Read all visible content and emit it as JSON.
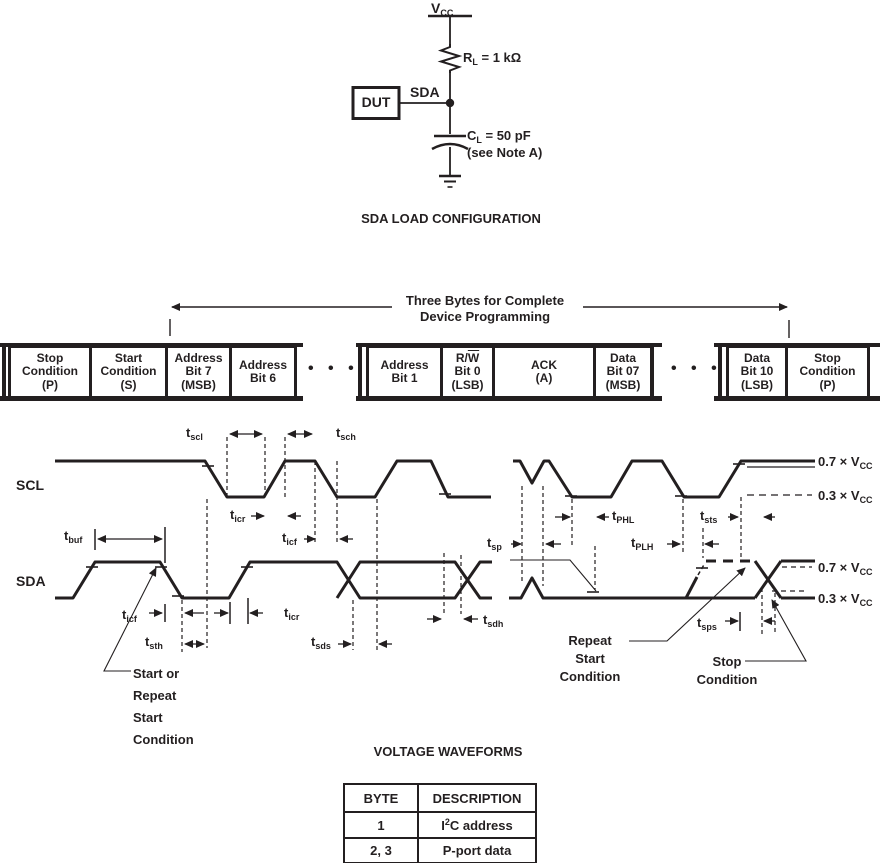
{
  "ink": "#231f20",
  "circuit": {
    "vcc_base": "V",
    "vcc_sub": "CC",
    "rl_base": "R",
    "rl_sub": "L",
    "rl_rest": " = 1 kΩ",
    "dut": "DUT",
    "sda": "SDA",
    "cl_base": "C",
    "cl_sub": "L",
    "cl_rest": " = 50 pF",
    "note": "(see Note A)",
    "caption": "SDA LOAD CONFIGURATION"
  },
  "strip": {
    "title1": "Three Bytes for Complete",
    "title2": "Device Programming",
    "dots": "• • •",
    "rw_prefix": "R/",
    "rw_w": "W",
    "cells": [
      "Stop\nCondition\n(P)",
      "Start\nCondition\n(S)",
      "Address\nBit 7\n(MSB)",
      "Address\nBit 6",
      "Address\nBit 1",
      "Bit 0\n(LSB)",
      "ACK\n(A)",
      "Data\nBit 07\n(MSB)",
      "Data\nBit 10\n(LSB)",
      "Stop\nCondition\n(P)"
    ]
  },
  "wave": {
    "scl_label": "SCL",
    "sda_label": "SDA",
    "caption": "VOLTAGE WAVEFORMS",
    "v07": "0.7 × V",
    "v03": "0.3 × V",
    "vsub": "CC",
    "ann_start": "Start or\nRepeat\nStart\nCondition",
    "ann_repeat": "Repeat\nStart\nCondition",
    "ann_stop": "Stop\nCondition",
    "t": {
      "scl": {
        "b": "t",
        "s": "scl"
      },
      "sch": {
        "b": "t",
        "s": "sch"
      },
      "icr": {
        "b": "t",
        "s": "icr"
      },
      "icf": {
        "b": "t",
        "s": "icf"
      },
      "buf": {
        "b": "t",
        "s": "buf"
      },
      "sth": {
        "b": "t",
        "s": "sth"
      },
      "sds": {
        "b": "t",
        "s": "sds"
      },
      "sdh": {
        "b": "t",
        "s": "sdh"
      },
      "sp": {
        "b": "t",
        "s": "sp"
      },
      "phl": {
        "b": "t",
        "s": "PHL"
      },
      "plh": {
        "b": "t",
        "s": "PLH"
      },
      "sts": {
        "b": "t",
        "s": "sts"
      },
      "sps": {
        "b": "t",
        "s": "sps"
      }
    }
  },
  "table": {
    "h_byte": "BYTE",
    "h_desc": "DESCRIPTION",
    "r1_byte": "1",
    "r1_i": "I",
    "r1_sup": "2",
    "r1_rest": "C address",
    "r2_byte": "2, 3",
    "r2_desc": "P-port data"
  }
}
